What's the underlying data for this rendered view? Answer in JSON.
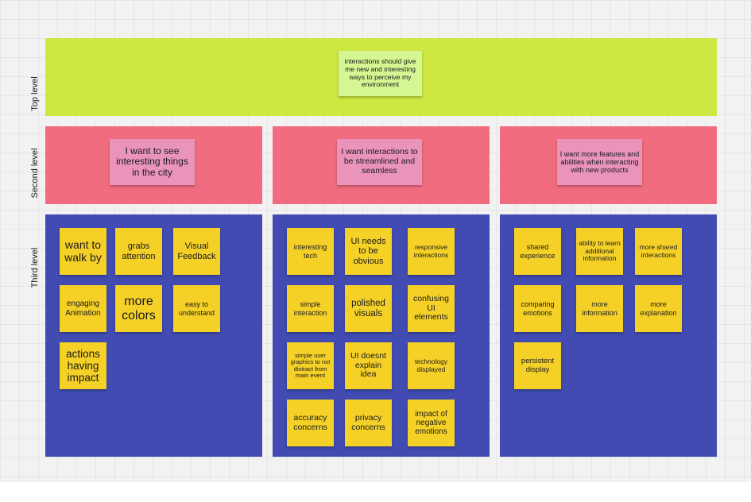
{
  "levels": {
    "top": "Top level",
    "second": "Second level",
    "third": "Third level"
  },
  "top_note": "interactions should give me new and interesting ways to perceive my environment",
  "second_notes": [
    "I want to see interesting things in the city",
    "I want interactions to be streamlined and seamless",
    "I want more features and abilities when interacting with new products"
  ],
  "third_notes": {
    "col1": [
      "want to walk by",
      "grabs attention",
      "Visual Feedback",
      "engaging Animation",
      "more colors",
      "easy to understand",
      "actions having impact"
    ],
    "col2": [
      "interesting tech",
      "UI needs to be obvious",
      "responsive interactions",
      "simple interaction",
      "polished visuals",
      "confusing UI elements",
      "simple user graphics to not distract from main event",
      "UI doesnt explain idea",
      "technology displayed",
      "accuracy concerns",
      "privacy concerns",
      "impact of negative emotions"
    ],
    "col3": [
      "shared experience",
      "ability to learn additional information",
      "more shared interactions",
      "comparing emotions",
      "more information",
      "more explanation",
      "persistent display"
    ]
  },
  "colors": {
    "top_band": "#cee741",
    "second_band": "#f16c7f",
    "third_band": "#414bb2",
    "sticky_yellow": "#f5d128",
    "sticky_green": "#d5f692",
    "sticky_pink": "#ea94bb"
  }
}
